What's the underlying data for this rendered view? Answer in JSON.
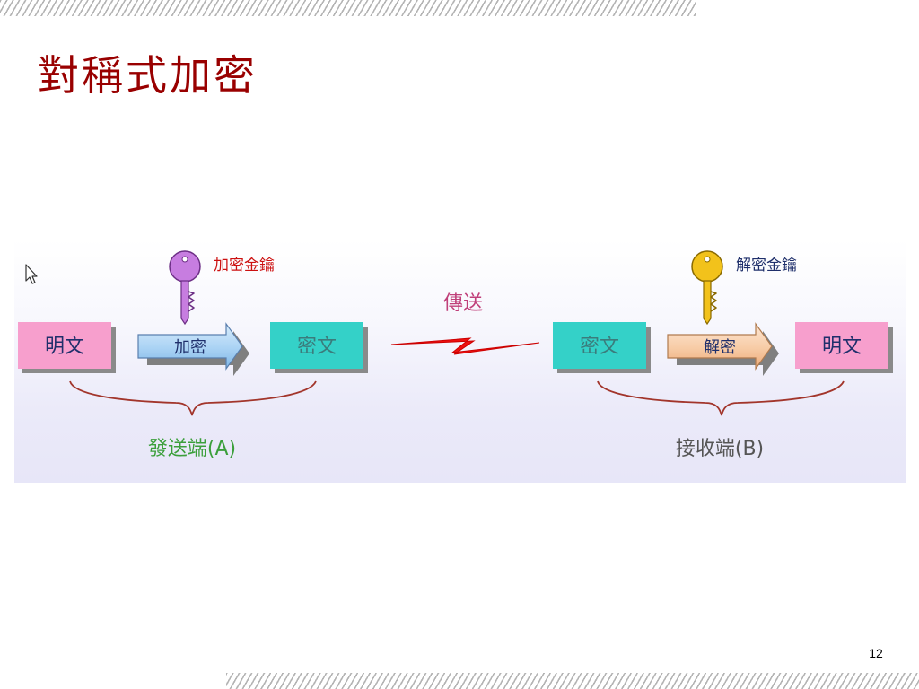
{
  "slide": {
    "title": "對稱式加密",
    "page_number": "12"
  },
  "diagram": {
    "sender": {
      "plaintext_label": "明文",
      "action_label": "加密",
      "ciphertext_label": "密文",
      "key_label": "加密金鑰",
      "caption": "發送端(A)"
    },
    "transmit_label": "傳送",
    "receiver": {
      "ciphertext_label": "密文",
      "action_label": "解密",
      "plaintext_label": "明文",
      "key_label": "解密金鑰",
      "caption": "接收端(B)"
    },
    "colors": {
      "plaintext_box": "#f79fcd",
      "ciphertext_box": "#34d1c8",
      "encrypt_arrow": "#a9d2f4",
      "decrypt_arrow": "#f7cba5",
      "encrypt_key": "#c77de0",
      "decrypt_key": "#f2c21b",
      "title": "#990000",
      "key_label": "#cc1010",
      "transmit_label": "#c0407a",
      "caption": "#3b9f3b",
      "brace": "#a2352b",
      "bolt": "#ee1111"
    }
  }
}
